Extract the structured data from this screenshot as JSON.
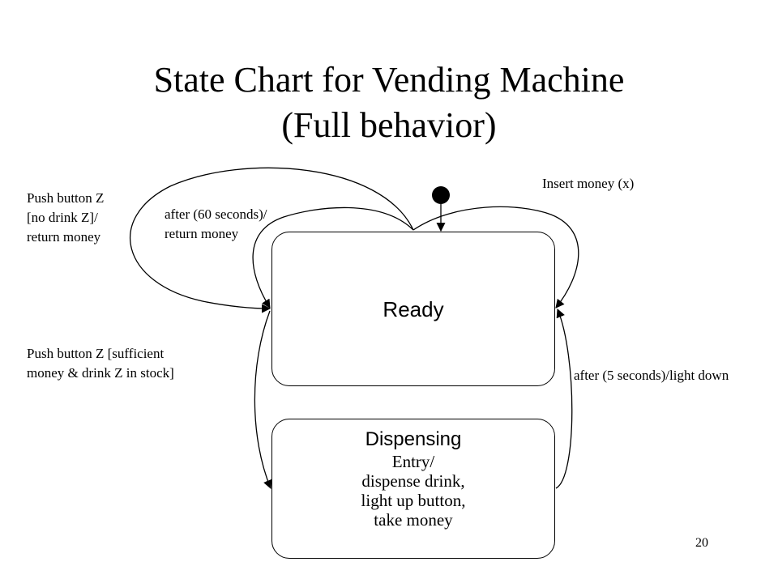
{
  "title": {
    "line1": "State Chart for Vending Machine",
    "line2": "(Full behavior)"
  },
  "states": {
    "ready": {
      "name": "Ready"
    },
    "dispensing": {
      "name": "Dispensing",
      "entry_lines": [
        "Entry/",
        "dispense drink,",
        "light up button,",
        "take money"
      ]
    }
  },
  "transitions": {
    "no_drink": {
      "lines": [
        "Push button Z",
        "[no drink Z]/",
        "return money"
      ]
    },
    "timeout_60": {
      "lines": [
        "after (60 seconds)/",
        "return money"
      ]
    },
    "insert_money": {
      "label": "Insert money (x)"
    },
    "dispense": {
      "lines": [
        "Push button Z [sufficient",
        "money & drink Z in stock]"
      ]
    },
    "timeout_5": {
      "label": "after (5 seconds)/light down"
    }
  },
  "page_number": "20"
}
